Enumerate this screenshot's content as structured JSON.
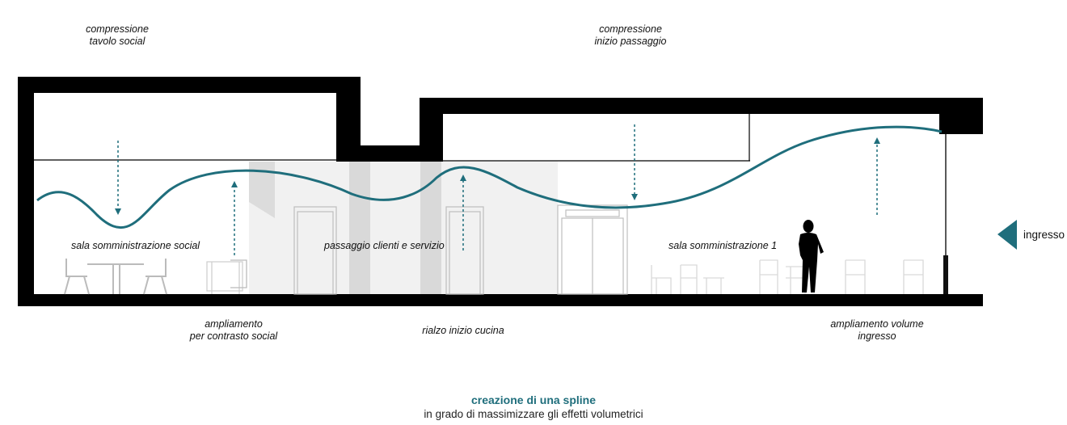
{
  "annotations": {
    "compressione_tavolo": [
      "compressione",
      "tavolo social"
    ],
    "compressione_passaggio": [
      "compressione",
      "inizio passaggio"
    ],
    "ampliamento_contrasto": [
      "ampliamento",
      "per contrasto social"
    ],
    "rialzo_cucina": "rialzo inizio cucina",
    "ampliamento_ingresso": [
      "ampliamento volume",
      "ingresso"
    ]
  },
  "rooms": {
    "social": "sala somministrazione social",
    "passaggio": "passaggio clienti e servizio",
    "sala1": "sala somministrazione 1"
  },
  "entrance": {
    "label": "ingresso",
    "icon": "triangle-arrow-left-icon"
  },
  "caption": {
    "title": "creazione di una spline",
    "subtitle": "in grado di massimizzare gli effetti volumetrici"
  },
  "colors": {
    "spline": "#1f6e7c",
    "structure": "#000000",
    "shading": "#e3e3e3",
    "furniture": "#cfcfcf"
  }
}
